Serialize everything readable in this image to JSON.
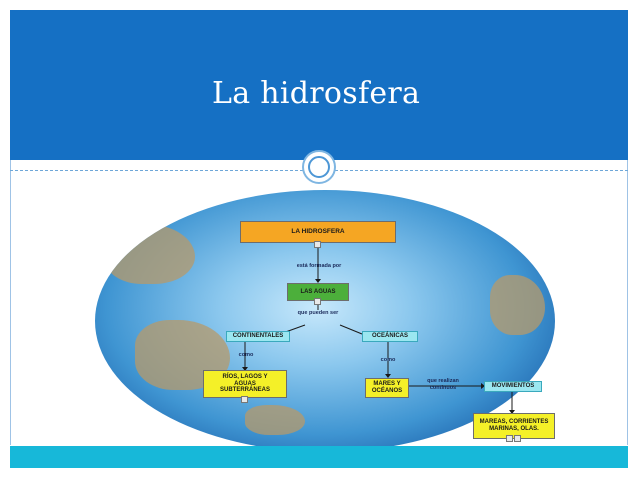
{
  "slide": {
    "title": "La hidrosfera"
  },
  "concept_map": {
    "root": "LA HIDROSFERA",
    "link_1": "está formada por",
    "level_1": "LAS AGUAS",
    "link_2": "que pueden ser",
    "continental": "CONTINENTALES",
    "oceanic": "OCEÁNICAS",
    "como_left": "como",
    "como_right": "como",
    "continental_items": "RÍOS, LAGOS Y AGUAS SUBTERRÁNEAS",
    "oceanic_items": "MARES Y OCÉANOS",
    "link_3": "que realizan continuos",
    "movements": "MOVIMIENTOS",
    "movement_items": "MAREAS, CORRIENTES MARINAS, OLAS."
  },
  "colors": {
    "header_bg": "#1570c4",
    "footer_bg": "#17b8d9",
    "root_box": "#f5a623",
    "level_box": "#4caf3b",
    "type_box": "#9be7f0",
    "item_box": "#f4f028"
  }
}
